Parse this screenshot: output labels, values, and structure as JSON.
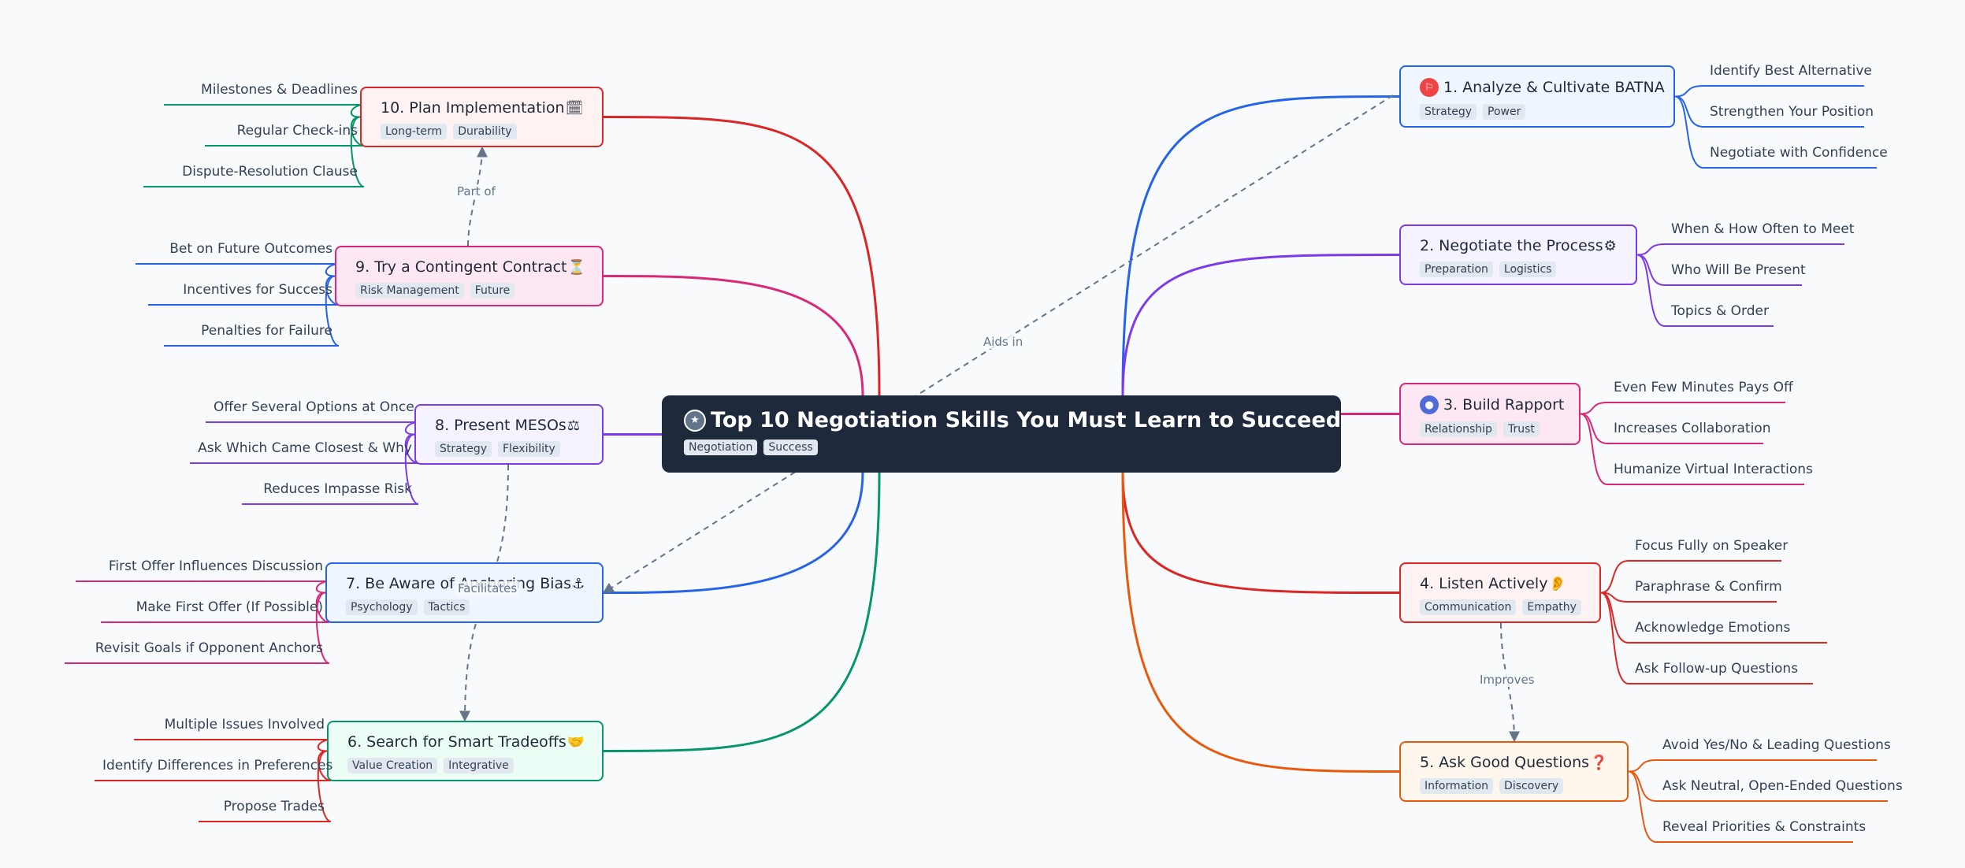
{
  "root": {
    "title": "Top 10 Negotiation Skills You Must Learn to Succeed",
    "tags": [
      "Negotiation",
      "Success"
    ],
    "icon": "star-icon"
  },
  "nodes": [
    {
      "id": "n1",
      "title": "1. Analyze & Cultivate BATNA",
      "tags": [
        "Strategy",
        "Power"
      ],
      "color": "#2563eb",
      "bg": "#eff6ff",
      "icon": "flag-icon",
      "leaves": [
        "Identify Best Alternative",
        "Strengthen Your Position",
        "Negotiate with Confidence"
      ]
    },
    {
      "id": "n2",
      "title": "2. Negotiate the Process",
      "suffix": "⚙",
      "tags": [
        "Preparation",
        "Logistics"
      ],
      "color": "#7c3aed",
      "bg": "#f5f3ff",
      "leaves": [
        "When & How Often to Meet",
        "Who Will Be Present",
        "Topics & Order"
      ]
    },
    {
      "id": "n3",
      "title": "3. Build Rapport",
      "tags": [
        "Relationship",
        "Trust"
      ],
      "color": "#db2777",
      "bg": "#fce7f3",
      "icon": "user-icon",
      "leaves": [
        "Even Few Minutes Pays Off",
        "Increases Collaboration",
        "Humanize Virtual Interactions"
      ]
    },
    {
      "id": "n4",
      "title": "4. Listen Actively",
      "suffix": "👂",
      "tags": [
        "Communication",
        "Empathy"
      ],
      "color": "#dc2626",
      "bg": "#fef2f2",
      "leaves": [
        "Focus Fully on Speaker",
        "Paraphrase & Confirm",
        "Acknowledge Emotions",
        "Ask Follow-up Questions"
      ]
    },
    {
      "id": "n5",
      "title": "5. Ask Good Questions",
      "suffix": "❓",
      "tags": [
        "Information",
        "Discovery"
      ],
      "color": "#ea580c",
      "bg": "#fff7ed",
      "leaves": [
        "Avoid Yes/No & Leading Questions",
        "Ask Neutral, Open-Ended Questions",
        "Reveal Priorities & Constraints"
      ]
    },
    {
      "id": "n6",
      "title": "6. Search for Smart Tradeoffs",
      "suffix": "🤝",
      "tags": [
        "Value Creation",
        "Integrative"
      ],
      "color": "#059669",
      "bg": "#ecfdf5",
      "leaves": [
        "Multiple Issues Involved",
        "Identify Differences in Preferences",
        "Propose Trades"
      ]
    },
    {
      "id": "n7",
      "title": "7. Be Aware of Anchoring Bias",
      "suffix": "⚓",
      "tags": [
        "Psychology",
        "Tactics"
      ],
      "color": "#2563eb",
      "bg": "#eff6ff",
      "leaves": [
        "First Offer Influences Discussion",
        "Make First Offer (If Possible)",
        "Revisit Goals if Opponent Anchors"
      ]
    },
    {
      "id": "n8",
      "title": "8. Present MESOs",
      "suffix": "⚖",
      "tags": [
        "Strategy",
        "Flexibility"
      ],
      "color": "#7c3aed",
      "bg": "#f5f3ff",
      "leaves": [
        "Offer Several Options at Once",
        "Ask Which Came Closest & Why",
        "Reduces Impasse Risk"
      ]
    },
    {
      "id": "n9",
      "title": "9. Try a Contingent Contract",
      "suffix": "⏳",
      "tags": [
        "Risk Management",
        "Future"
      ],
      "color": "#db2777",
      "bg": "#fce7f3",
      "leaves": [
        "Bet on Future Outcomes",
        "Incentives for Success",
        "Penalties for Failure"
      ]
    },
    {
      "id": "n10",
      "title": "10. Plan Implementation",
      "suffix": "🗓",
      "tags": [
        "Long-term",
        "Durability"
      ],
      "color": "#dc2626",
      "bg": "#fef2f2",
      "leaves": [
        "Milestones & Deadlines",
        "Regular Check-ins",
        "Dispute-Resolution Clause"
      ]
    }
  ],
  "leaf_colors": {
    "n1": "#2563eb",
    "n2": "#7c3aed",
    "n3": "#db2777",
    "n4": "#dc2626",
    "n5": "#ea580c",
    "n6": "#dc2626",
    "n7": "#db2777",
    "n8": "#7c3aed",
    "n9": "#2563eb",
    "n10": "#059669"
  },
  "cross_links": [
    {
      "from": "n1",
      "to": "n7",
      "label": "Aids in"
    },
    {
      "from": "n4",
      "to": "n5",
      "label": "Improves"
    },
    {
      "from": "n8",
      "to": "n6",
      "label": "Facilitates"
    },
    {
      "from": "n9",
      "to": "n10",
      "label": "Part of"
    }
  ],
  "edge_colors": {
    "dashed": "#64748b"
  }
}
